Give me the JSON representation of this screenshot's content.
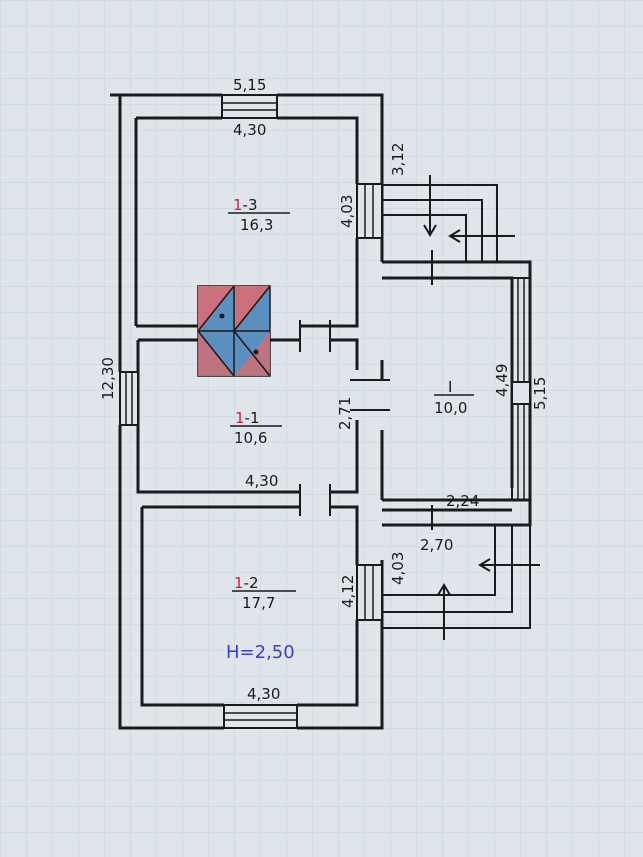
{
  "plan": {
    "ceiling_height": "H=2,50",
    "rooms": [
      {
        "prefix": "1",
        "suffix": "-3",
        "area": "16,3"
      },
      {
        "prefix": "1",
        "suffix": "-1",
        "area": "10,6"
      },
      {
        "prefix": "1",
        "suffix": "-2",
        "area": "17,7"
      },
      {
        "prefix": "",
        "suffix": "I",
        "area": "10,0"
      }
    ],
    "dimensions": {
      "top_outer": "5,15",
      "top_inner": "4,30",
      "right_top": "3,12",
      "room13_right": "4,03",
      "left_outer": "12,30",
      "middle_right": "2,71",
      "room11_bottom": "4,30",
      "room12_right": "4,12",
      "room12_bottom": "4,30",
      "annex_inner": "4,49",
      "annex_outer": "5,15",
      "annex_bottom_a": "2,24",
      "annex_bottom_b": "2,70",
      "porch": "4,03"
    },
    "colors": {
      "paper": "#dfe5ea",
      "ink": "#1b1b1b",
      "room_number": "#d2203a",
      "height_note": "#3a40c8",
      "stove_red": "#c9707a",
      "stove_blue": "#5a8fc0"
    }
  }
}
